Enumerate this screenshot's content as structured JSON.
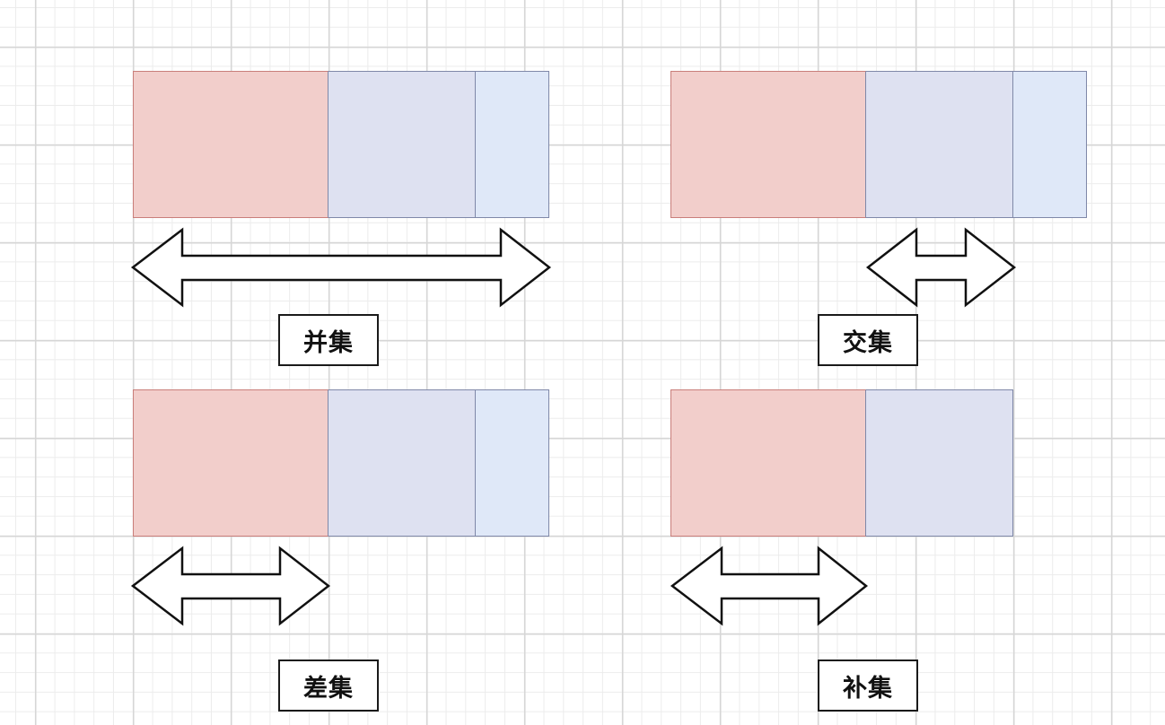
{
  "panels": [
    {
      "id": "union",
      "label": "并集"
    },
    {
      "id": "intersection",
      "label": "交集"
    },
    {
      "id": "difference",
      "label": "差集"
    },
    {
      "id": "complement",
      "label": "补集"
    }
  ],
  "colors": {
    "set_a_fill": "#f2cecb",
    "set_b_fill": "#dee1f1",
    "set_b_extra_fill": "#dfe8f8",
    "outline": "#7f88a8",
    "arrow_stroke": "#111111"
  }
}
